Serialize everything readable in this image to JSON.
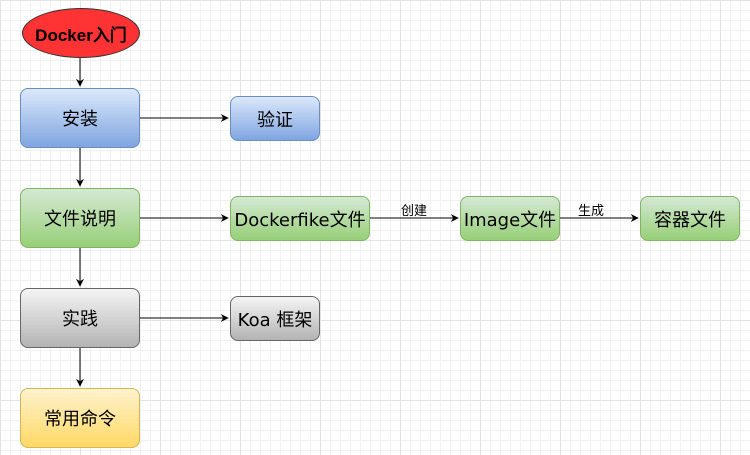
{
  "nodes": {
    "root": "Docker入门",
    "install": "安装",
    "verify": "验证",
    "docs": "文件说明",
    "dockerfile": "Dockerfike文件",
    "image": "Image文件",
    "container": "容器文件",
    "practice": "实践",
    "koa": "Koa 框架",
    "commands": "常用命令"
  },
  "edge_labels": {
    "create": "创建",
    "generate": "生成"
  },
  "colors": {
    "root_fill": "#ff3333",
    "blue_fill": "#7fa5e0",
    "green_fill": "#97d077",
    "gray_fill": "#b3b3b3",
    "yellow_fill": "#ffd966"
  }
}
